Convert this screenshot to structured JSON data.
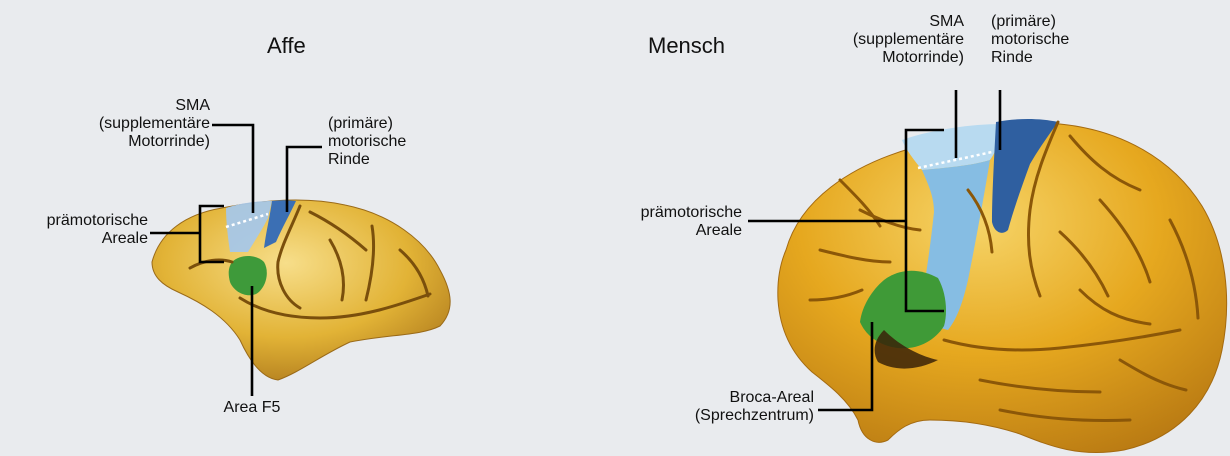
{
  "colors": {
    "background": "#e9ebee",
    "cortex": "#e0a92a",
    "cortex_highlight": "#f3d16a",
    "sulcus": "#8c5a10",
    "sma": "#9ec8e6",
    "primary_motor": "#2f66a8",
    "premotor": "#7fb5de",
    "area_f5": "#3e9a3a",
    "broca": "#3e9a3a",
    "leader_line": "#000000"
  },
  "monkey": {
    "title": "Affe",
    "sma_label": [
      "SMA",
      "(supplementäre",
      "Motorrinde)"
    ],
    "motor_label": [
      "(primäre)",
      "motorische",
      "Rinde"
    ],
    "premotor_label": [
      "prämotorische",
      "Areale"
    ],
    "f5_label": [
      "Area F5"
    ]
  },
  "human": {
    "title": "Mensch",
    "sma_label": [
      "SMA",
      "(supplementäre",
      "Motorrinde)"
    ],
    "motor_label": [
      "(primäre)",
      "motorische",
      "Rinde"
    ],
    "premotor_label": [
      "prämotorische",
      "Areale"
    ],
    "broca_label": [
      "Broca-Areal",
      "(Sprechzentrum)"
    ]
  }
}
